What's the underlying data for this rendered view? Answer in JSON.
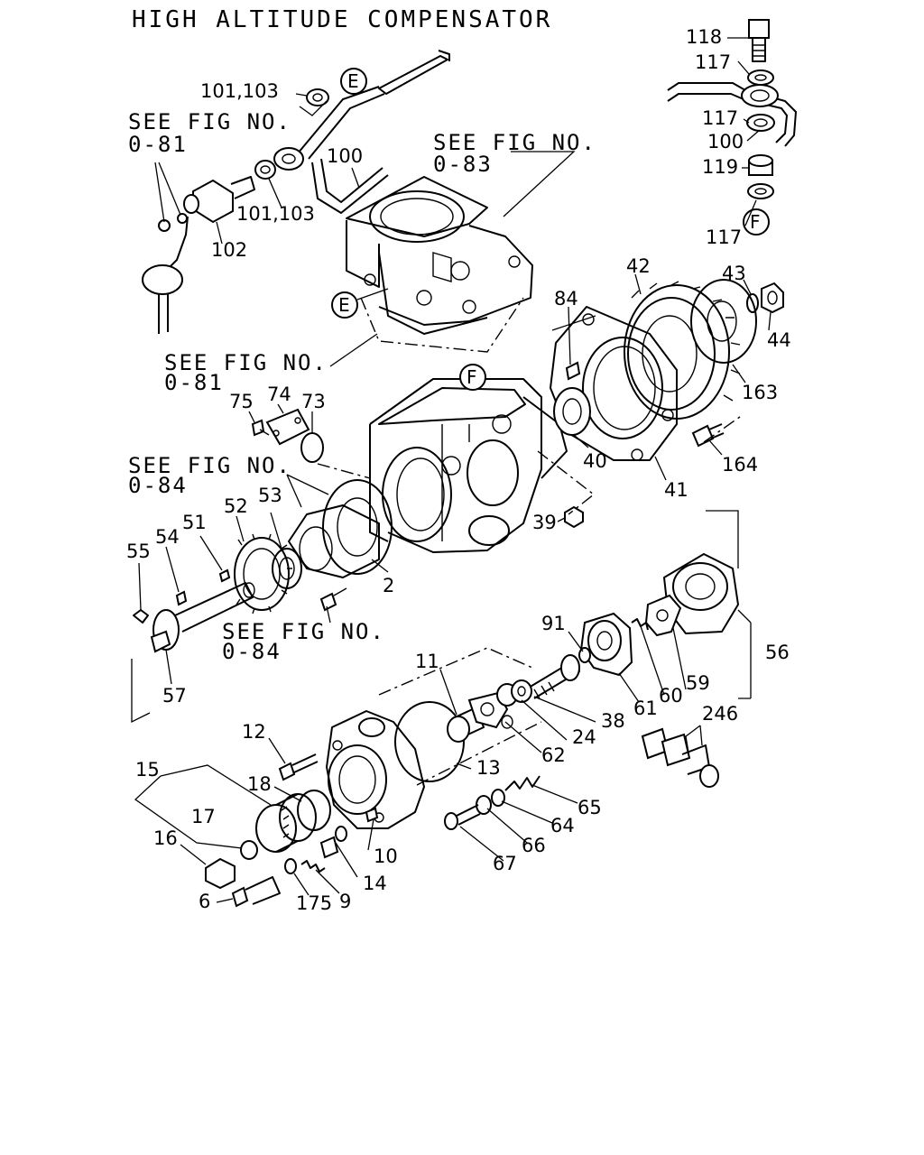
{
  "title": "HIGH ALTITUDE COMPENSATOR",
  "references": [
    {
      "id": "ref-081-a",
      "line1": "SEE FIG NO.",
      "line2": "0-81"
    },
    {
      "id": "ref-083",
      "line1": "SEE FIG NO.",
      "line2": "0-83"
    },
    {
      "id": "ref-081-b",
      "line1": "SEE FIG NO.",
      "line2": "0-81"
    },
    {
      "id": "ref-084-a",
      "line1": "SEE FIG NO.",
      "line2": "0-84"
    },
    {
      "id": "ref-084-b",
      "line1": "SEE FIG NO.",
      "line2": "0-84"
    }
  ],
  "connector_letters": {
    "e": "E",
    "f": "F"
  },
  "part_labels": {
    "p118": "118",
    "p117a": "117",
    "p117b": "117",
    "p100r": "100",
    "p119": "119",
    "p117c": "117",
    "p101a": "101,103",
    "p101b": "101,103",
    "p100": "100",
    "p102": "102",
    "p42": "42",
    "p43": "43",
    "p44": "44",
    "p84": "84",
    "p163": "163",
    "p164": "164",
    "p40": "40",
    "p41": "41",
    "p39": "39",
    "p75": "75",
    "p74": "74",
    "p73": "73",
    "p2": "2",
    "p52": "52",
    "p53": "53",
    "p51": "51",
    "p54": "54",
    "p55": "55",
    "p57": "57",
    "p91": "91",
    "p56": "56",
    "p59": "59",
    "p60": "60",
    "p61": "61",
    "p38": "38",
    "p246": "246",
    "p11": "11",
    "p24": "24",
    "p62": "62",
    "p13": "13",
    "p12": "12",
    "p18": "18",
    "p15": "15",
    "p17": "17",
    "p16": "16",
    "p65": "65",
    "p64": "64",
    "p66": "66",
    "p67": "67",
    "p10": "10",
    "p14": "14",
    "p9": "9",
    "p175": "175",
    "p6": "6"
  }
}
